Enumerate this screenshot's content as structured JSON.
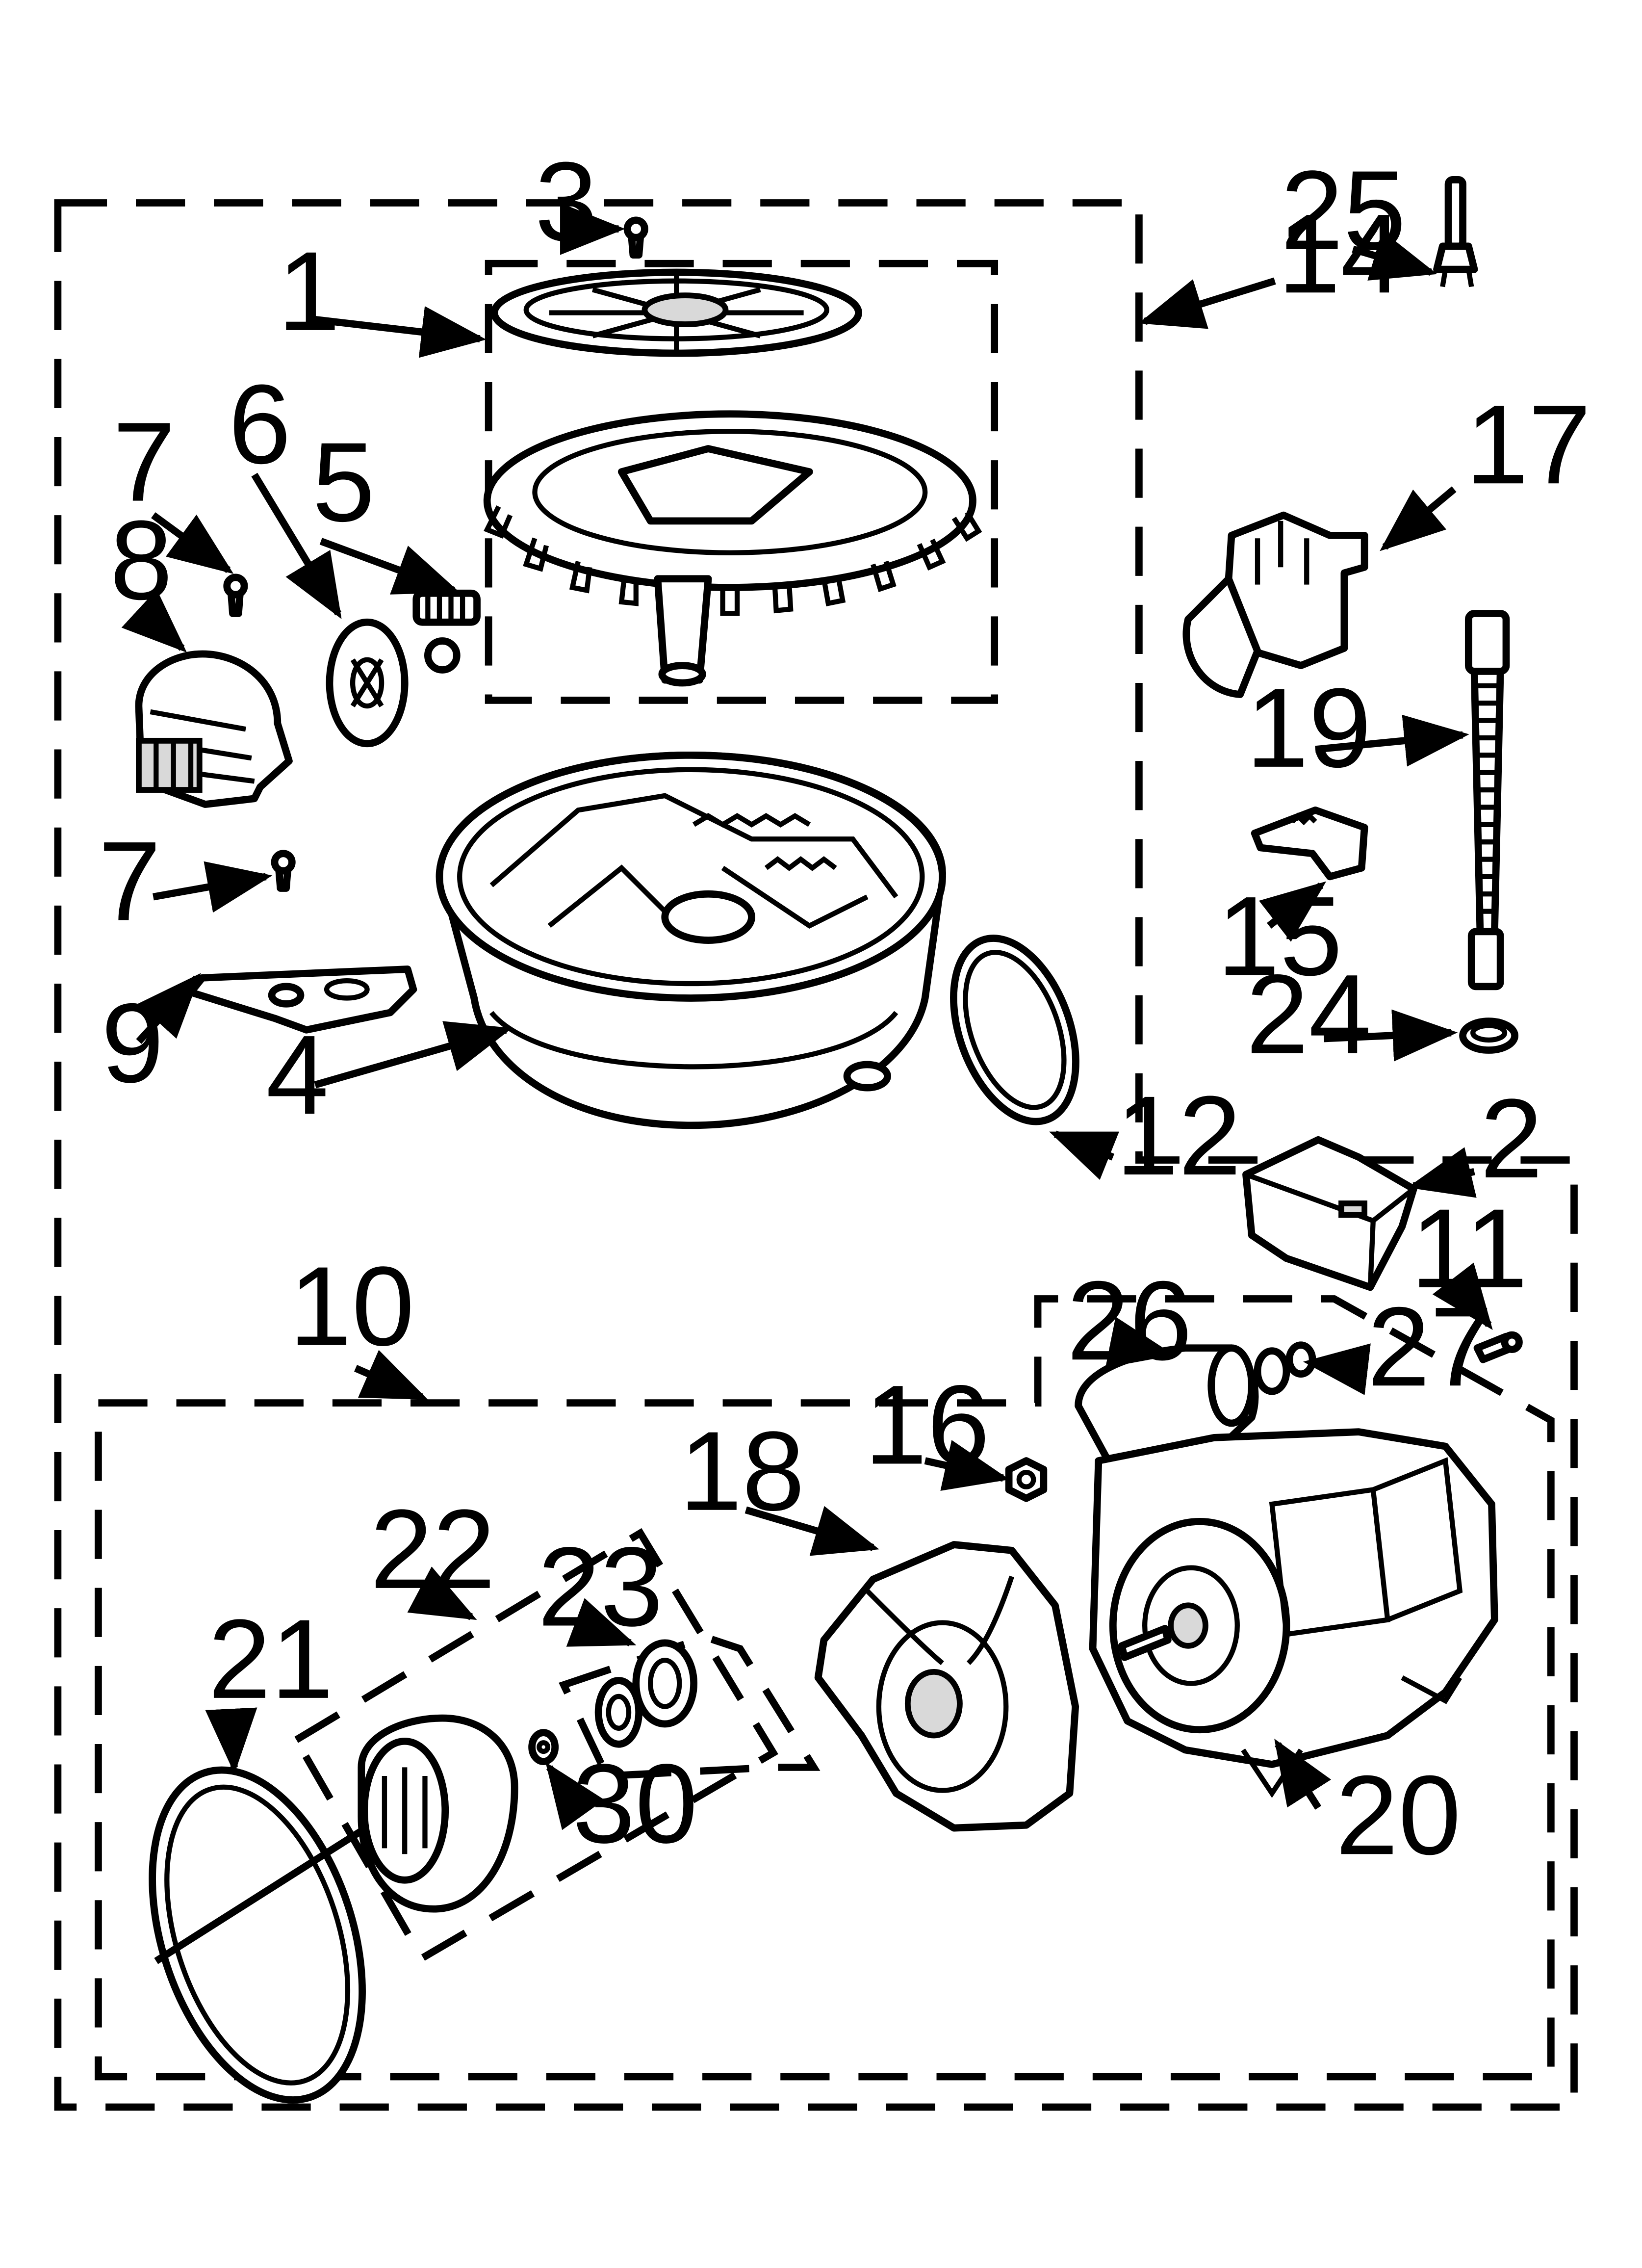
{
  "page": {
    "background": "#ffffff",
    "line_color": "#000000"
  },
  "callouts": {
    "c1": "1",
    "c2": "2",
    "c3": "3",
    "c4": "4",
    "c5": "5",
    "c6": "6",
    "c7a": "7",
    "c7b": "7",
    "c8": "8",
    "c9": "9",
    "c10": "10",
    "c11": "11",
    "c12": "12",
    "c14": "14",
    "c15": "15",
    "c16": "16",
    "c17": "17",
    "c18": "18",
    "c19": "19",
    "c20": "20",
    "c21": "21",
    "c22": "22",
    "c23": "23",
    "c24": "24",
    "c25": "25",
    "c26": "26",
    "c27": "27",
    "c30": "30"
  }
}
